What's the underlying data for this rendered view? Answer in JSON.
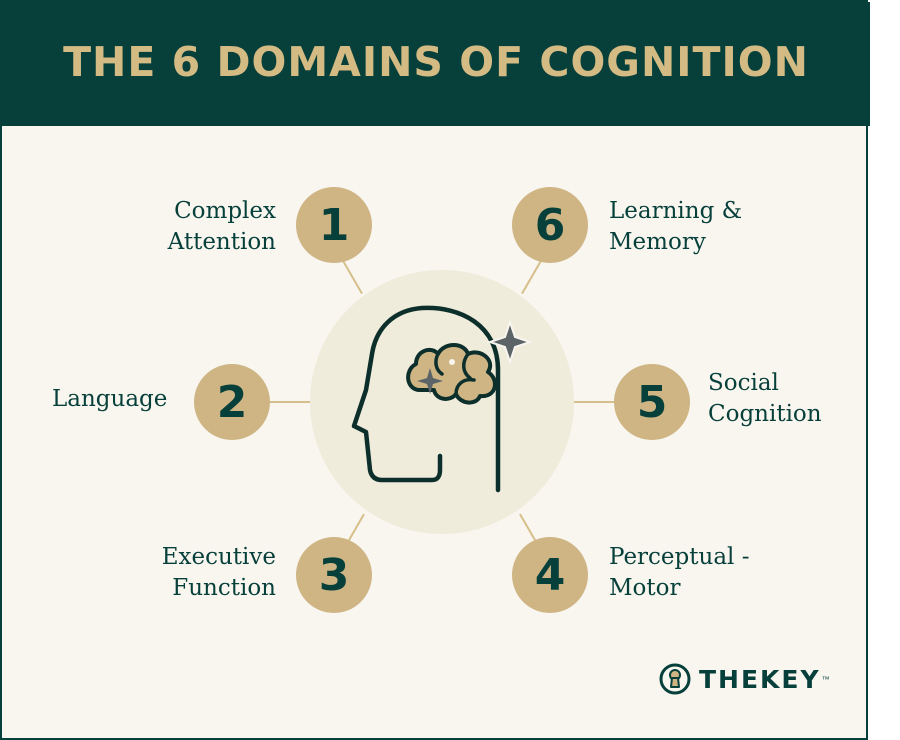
{
  "header": {
    "title": "THE 6 DOMAINS OF COGNITION"
  },
  "domains": [
    {
      "number": "1",
      "line1": "Complex",
      "line2": "Attention"
    },
    {
      "number": "2",
      "line1": "Language",
      "line2": ""
    },
    {
      "number": "3",
      "line1": "Executive",
      "line2": "Function"
    },
    {
      "number": "4",
      "line1": "Perceptual -",
      "line2": "Motor"
    },
    {
      "number": "5",
      "line1": "Social",
      "line2": "Cognition"
    },
    {
      "number": "6",
      "line1": "Learning &",
      "line2": "Memory"
    }
  ],
  "brand": {
    "name": "THEKEY",
    "mark": "™"
  },
  "icons": {
    "center": "head-brain-icon",
    "logo": "keyhole-logo-icon"
  },
  "colors": {
    "header_bg": "#073f3a",
    "title_text": "#d4bb84",
    "body_bg": "#f8f6ef",
    "badge": "#cfb584",
    "hub": "#efecdc",
    "text": "#073f3a",
    "sparkle": "#5d6468"
  }
}
